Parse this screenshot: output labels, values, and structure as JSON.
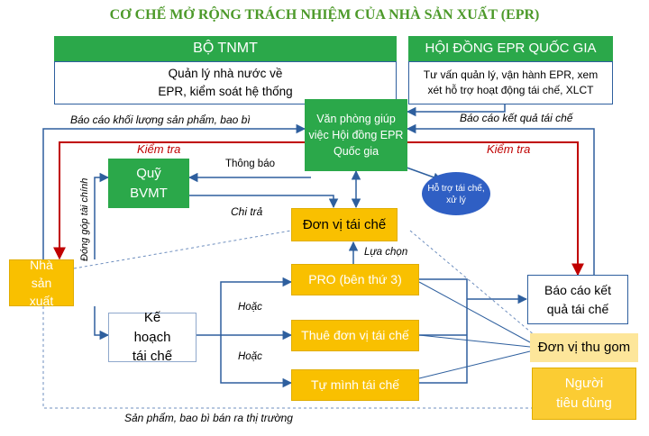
{
  "title": "CƠ CHẾ MỞ RỘNG TRÁCH NHIỆM CỦA NHÀ SẢN XUẤT (EPR)",
  "boxes": {
    "btnmt_header": "BỘ TNMT",
    "btnmt_body": "Quản lý nhà nước về EPR, kiểm soát hệ thống",
    "council_header": "HỘI ĐỒNG EPR QUỐC GIA",
    "council_body": "Tư vấn quản lý, vận hành EPR, xem xét hỗ trợ hoạt động tái chế, XLCT",
    "office": "Văn phòng giúp việc Hội đồng EPR Quốc gia",
    "fund": "Quỹ BVMT",
    "support": "Hỗ trợ tái chế, xử lý",
    "recycler": "Đơn vị tái chế",
    "producer": "Nhà sản xuất",
    "plan": "Kế hoạch tái chế",
    "pro": "PRO (bên thứ 3)",
    "hire": "Thuê đơn vị tái chế",
    "self": "Tự mình tái chế",
    "report": "Báo cáo kết quả tái chế",
    "collector": "Đơn vị thu gom",
    "consumer": "Người tiêu dùng"
  },
  "labels": {
    "report_volume": "Báo cáo khối lượng sản phẩm, bao bì",
    "report_result": "Báo cáo kết quả tái chế",
    "inspect_left": "Kiểm tra",
    "inspect_right": "Kiểm tra",
    "notify": "Thông báo",
    "pay": "Chi trả",
    "contribute": "Đóng góp tài chính",
    "choose": "Lựa chọn",
    "or1": "Hoặc",
    "or2": "Hoặc",
    "market": "Sản phẩm, bao bì bán ra thị trường"
  },
  "colors": {
    "green": "#2ba84a",
    "title_green": "#4d9a2a",
    "blue": "#2e5f9e",
    "red": "#c00000",
    "orange": "#f9c000",
    "support_blue": "#2f5fc4"
  }
}
